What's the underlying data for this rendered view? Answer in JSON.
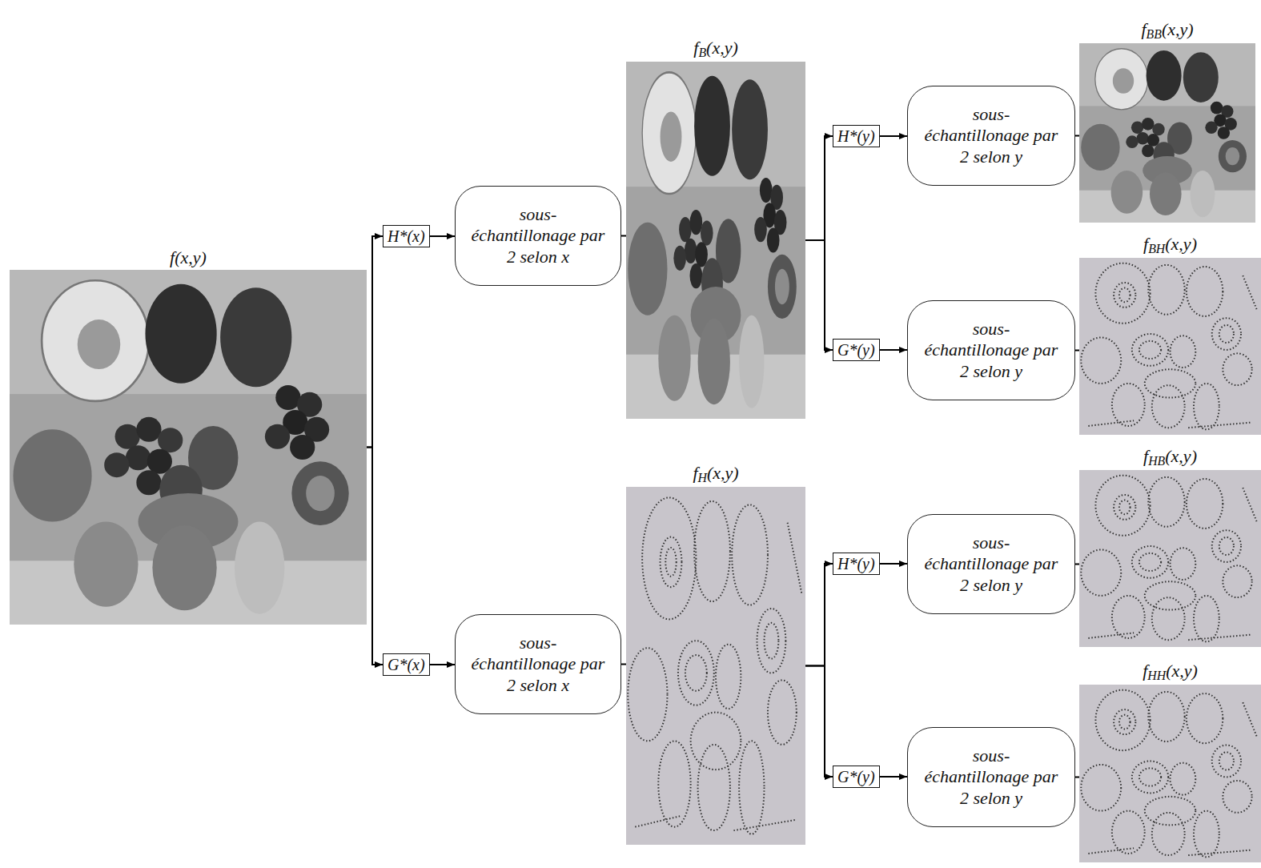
{
  "diagram": {
    "nodes": [
      {
        "text": [
          "f(x,y)"
        ]
      },
      {
        "text": [
          "H*(x)"
        ]
      },
      {
        "text": [
          "sous- échantillonage par 2 selon x"
        ]
      },
      {
        "text": [
          "fB(x,y)"
        ]
      },
      {
        "text": [
          "G*(x)"
        ]
      },
      {
        "text": [
          "sous- échantillonage par 2 selon x"
        ]
      },
      {
        "text": [
          "fH(x,y)"
        ]
      },
      {
        "text": [
          "H*(y)"
        ]
      },
      {
        "text": [
          "sous- échantillonage par 2 selon y"
        ]
      },
      {
        "text": [
          "fBB(x,y)"
        ]
      },
      {
        "text": [
          "G*(y)"
        ]
      },
      {
        "text": [
          "sous- échantillonage par 2 selon y"
        ]
      },
      {
        "text": [
          "fBH(x,y)"
        ]
      },
      {
        "text": [
          "H*(y)"
        ]
      },
      {
        "text": [
          "sous- échantillonage par 2 selon y"
        ]
      },
      {
        "text": [
          "fHB(x,y)"
        ]
      },
      {
        "text": [
          "G*(y)"
        ]
      },
      {
        "text": [
          "sous- échantillonage par 2 selon y"
        ]
      },
      {
        "text": [
          "fHH(x,y)"
        ]
      }
    ],
    "edges": [
      {
        "from": 0,
        "to": 1,
        "arrow": "to"
      },
      {
        "from": 0,
        "to": 4,
        "arrow": "to"
      },
      {
        "from": 1,
        "to": 2,
        "arrow": "to"
      },
      {
        "from": 2,
        "to": 3,
        "arrow": "none"
      },
      {
        "from": 4,
        "to": 5,
        "arrow": "to"
      },
      {
        "from": 5,
        "to": 6,
        "arrow": "none"
      },
      {
        "from": 3,
        "to": 7,
        "arrow": "to"
      },
      {
        "from": 3,
        "to": 10,
        "arrow": "to"
      },
      {
        "from": 7,
        "to": 8,
        "arrow": "to"
      },
      {
        "from": 8,
        "to": 9,
        "arrow": "none"
      },
      {
        "from": 10,
        "to": 11,
        "arrow": "to"
      },
      {
        "from": 11,
        "to": 12,
        "arrow": "none"
      },
      {
        "from": 6,
        "to": 13,
        "arrow": "to"
      },
      {
        "from": 6,
        "to": 16,
        "arrow": "to"
      },
      {
        "from": 13,
        "to": 14,
        "arrow": "to"
      },
      {
        "from": 14,
        "to": 15,
        "arrow": "none"
      },
      {
        "from": 16,
        "to": 17,
        "arrow": "to"
      },
      {
        "from": 17,
        "to": 18,
        "arrow": "none"
      }
    ]
  }
}
